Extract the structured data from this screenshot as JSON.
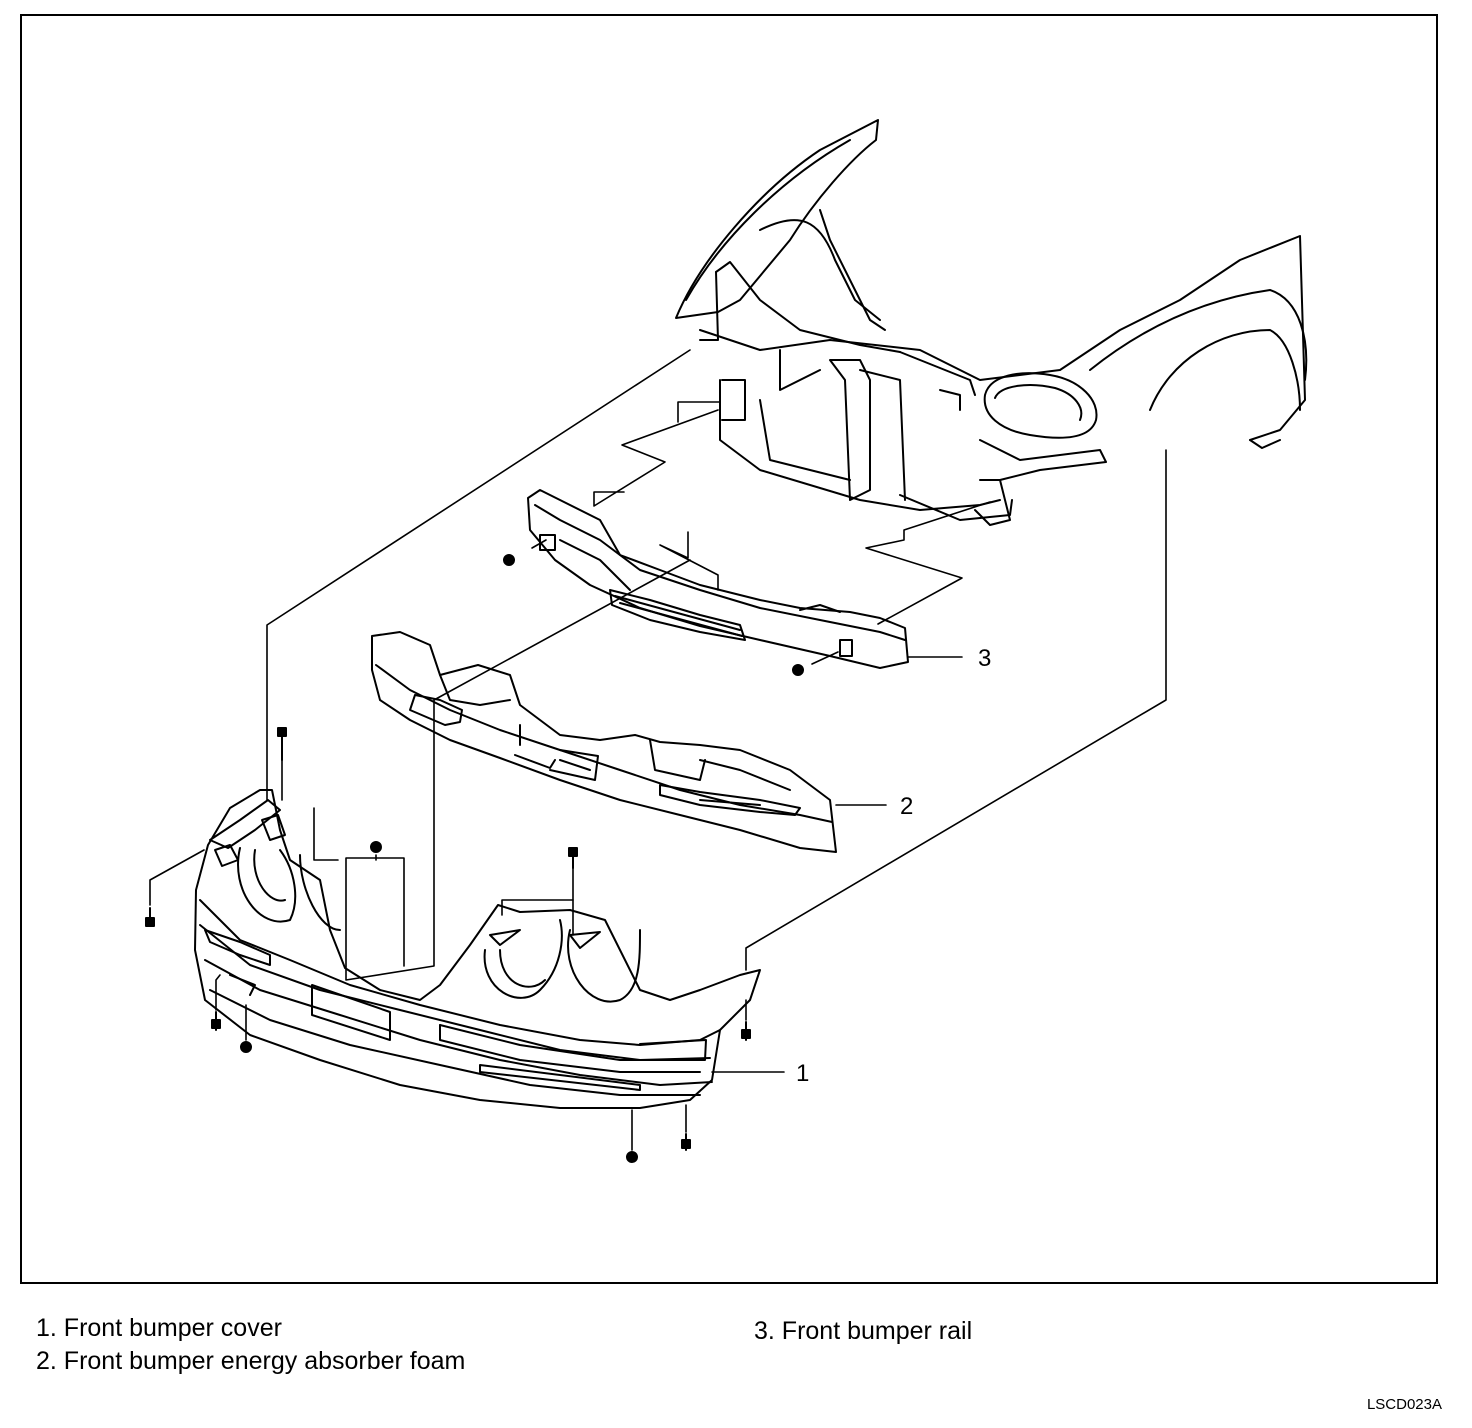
{
  "callouts": {
    "c1": "1",
    "c2": "2",
    "c3": "3"
  },
  "legend": {
    "item1": "1. Front bumper cover",
    "item2": "2. Front bumper energy absorber foam",
    "item3": "3. Front bumper rail"
  },
  "figure_code": "LSCD023A"
}
